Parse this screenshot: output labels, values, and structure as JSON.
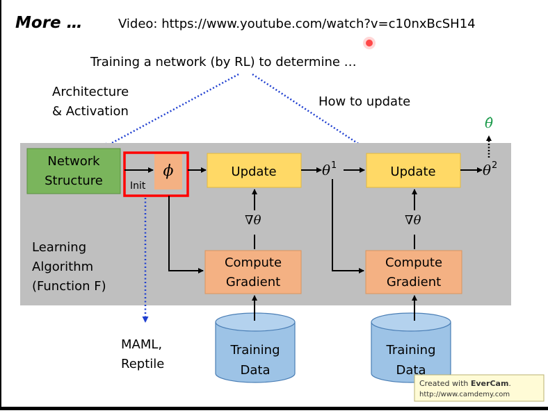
{
  "title": {
    "more": "More …",
    "video": "Video: https://www.youtube.com/watch?v=c10nxBcSH14"
  },
  "subtitle": "Training a network (by RL) to determine …",
  "labels": {
    "architecture_line1": "Architecture",
    "architecture_line2": "& Activation",
    "how_to_update": "How to update",
    "learning_line1": "Learning",
    "learning_line2": "Algorithm",
    "learning_line3": "(Function F)",
    "maml_line1": "MAML,",
    "maml_line2": "Reptile",
    "init": "Init"
  },
  "boxes": {
    "network_structure_line1": "Network",
    "network_structure_line2": "Structure",
    "phi": "ϕ",
    "update1": "Update",
    "update2": "Update",
    "compute1_line1": "Compute",
    "compute1_line2": "Gradient",
    "compute2_line1": "Compute",
    "compute2_line2": "Gradient",
    "training1_line1": "Training",
    "training1_line2": "Data",
    "training2_line1": "Training",
    "training2_line2": "Data"
  },
  "math": {
    "theta": "θ",
    "theta_hat": "θ̂",
    "sup1": "1",
    "sup2": "2",
    "grad_theta1": "∇θ",
    "grad_theta2": "∇θ"
  },
  "watermark": {
    "prefix": "Created with ",
    "brand": "EverCam",
    "suffix": ".",
    "url": "http://www.camdemy.com"
  },
  "colors": {
    "green_box": "#7ab55c",
    "yellow_box": "#ffd966",
    "orange_box": "#f4b183",
    "red_highlight": "#ff0000",
    "blue_dots": "#1f3fd0",
    "cylinder": "#9dc3e6",
    "panel": "#bfbfbf",
    "theta_hat": "#1a9a4a"
  }
}
